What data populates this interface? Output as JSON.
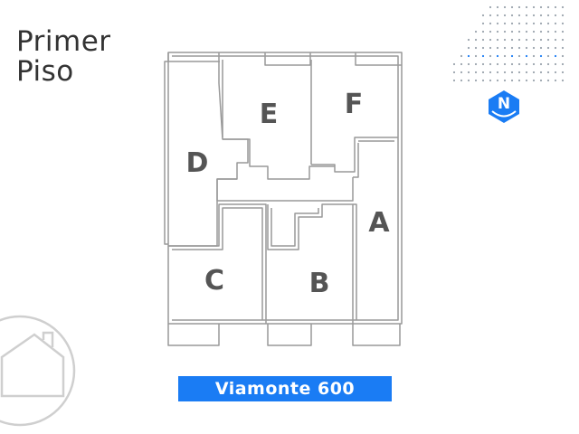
{
  "title": {
    "line1": "Primer",
    "line2": "Piso"
  },
  "units": [
    "A",
    "B",
    "C",
    "D",
    "E",
    "F"
  ],
  "address": "Viamonte 600",
  "logo": {
    "letter": "N",
    "color": "#1a7cf4"
  },
  "colors": {
    "wall": "#999999",
    "dots": "#9aa3ad",
    "dots_accent": "#1a7cf4",
    "house": "#cfcfcf"
  }
}
